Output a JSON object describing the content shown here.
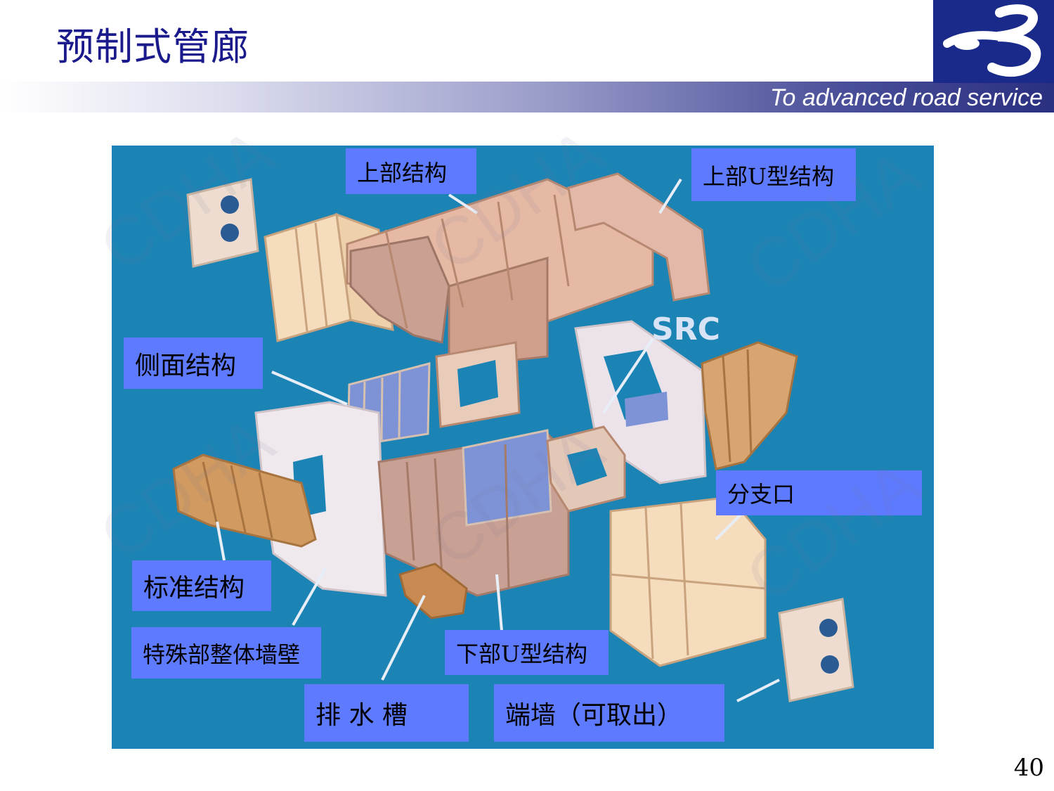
{
  "header": {
    "title": "预制式管廊",
    "tagline": "To advanced road service"
  },
  "figure": {
    "src_label": "SRC",
    "callouts": {
      "upper_structure": "上部结构",
      "upper_u_structure": "上部U型结构",
      "side_structure": "侧面结构",
      "branch_opening": "分支口",
      "standard_structure": "标准结构",
      "special_wall": "特殊部整体墙壁",
      "lower_u_structure": "下部U型结构",
      "drain_channel": "排 水 槽",
      "end_wall": "端墙（可取出）"
    }
  },
  "footer": {
    "page_number": "40"
  },
  "colors": {
    "title": "#1a1a8c",
    "figure_background": "#1b84b5",
    "callout_fill": "#5e7bff",
    "logo_background": "#1a2a8a"
  }
}
